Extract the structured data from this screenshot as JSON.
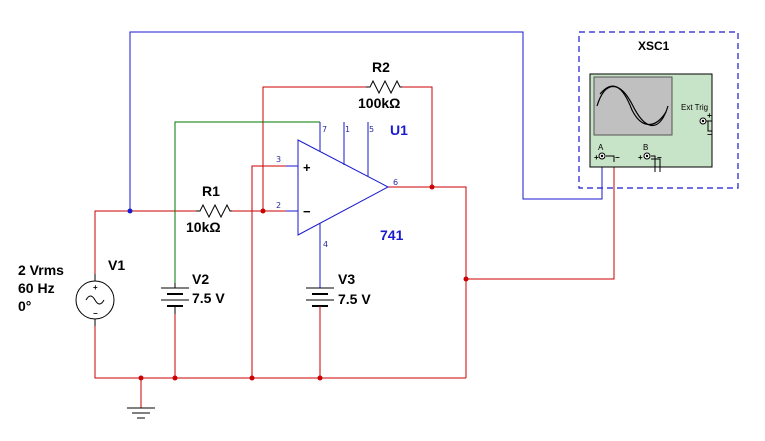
{
  "components": {
    "source": {
      "ref": "V1",
      "amplitude": "2 Vrms",
      "frequency": "60 Hz",
      "phase": "0°"
    },
    "battery_pos": {
      "ref": "V2",
      "value": "7.5 V"
    },
    "battery_neg": {
      "ref": "V3",
      "value": "7.5 V"
    },
    "r1": {
      "ref": "R1",
      "value": "10kΩ"
    },
    "r2": {
      "ref": "R2",
      "value": "100kΩ"
    },
    "opamp": {
      "ref": "U1",
      "model": "741",
      "pins": {
        "noninv": "3",
        "inv": "2",
        "out": "6",
        "vpos": "7",
        "p1": "1",
        "p5": "5",
        "vneg": "4"
      },
      "signs": {
        "plus": "+",
        "minus": "−"
      }
    },
    "scope": {
      "ref": "XSC1",
      "channel_a": "A",
      "channel_b": "B",
      "ext_trig": "Ext Trig"
    }
  },
  "colors": {
    "input_wire": "#1a1ad0",
    "signal_wire": "#cc0000",
    "supply_wire": "#007a00",
    "component": "#1a1ad0",
    "scope_body": "#c8e4c8",
    "scope_screen": "#c0c0c0"
  }
}
